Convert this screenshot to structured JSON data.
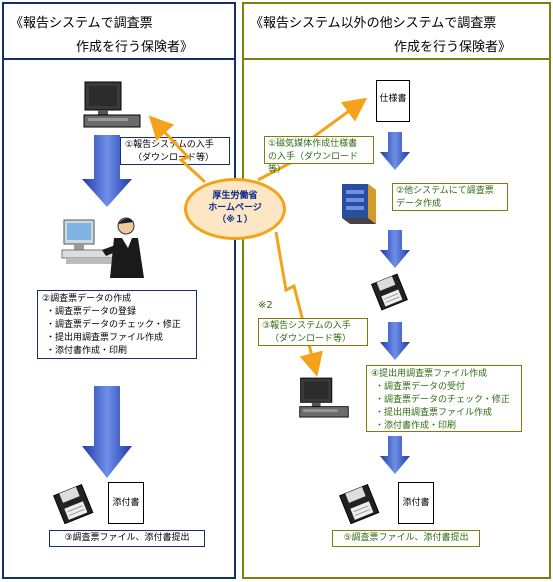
{
  "left": {
    "title_line1": "《報告システムで調査票",
    "title_line2": "作成を行う保険者》",
    "step1_line1": "①報告システムの入手",
    "step1_line2": "（ダウンロード等）",
    "step2_title": "②調査票データの作成",
    "step2_items": [
      "・調査票データの登録",
      "・調査票データのチェック・修正",
      "・提出用調査票ファイル作成",
      "・添付書作成・印刷"
    ],
    "attachment_label": "添付書",
    "step3": "③調査票ファイル、添付書提出"
  },
  "right": {
    "title_line1": "《報告システム以外の他システムで調査票",
    "title_line2": "作成を行う保険者》",
    "spec_doc": "仕様書",
    "step1_line1": "①磁気媒体作成仕様書",
    "step1_line2": "の入手（ダウンロード等）",
    "step2_line1": "②他システムにて調査票",
    "step2_line2": "データ作成",
    "note": "※2",
    "step3_line1": "③報告システムの入手",
    "step3_line2": "（ダウンロード等）",
    "step4_title": "④提出用調査票ファイル作成",
    "step4_items": [
      "・調査票データの受付",
      "・調査票データのチェック・修正",
      "・提出用調査票ファイル作成",
      "・添付書作成・印刷"
    ],
    "attachment_label": "添付書",
    "step5": "⑤調査票ファイル、添付書提出"
  },
  "center": {
    "line1": "厚生労働省",
    "line2": "ホームページ",
    "line3": "（※１）"
  },
  "colors": {
    "left_border": "#13306b",
    "right_border": "#7f7f0f",
    "ellipse_fill": "#fde6c4",
    "ellipse_stroke": "#f5a21b",
    "arrow_blue": "#3a5fcd",
    "step_green": "#2f6b12"
  }
}
